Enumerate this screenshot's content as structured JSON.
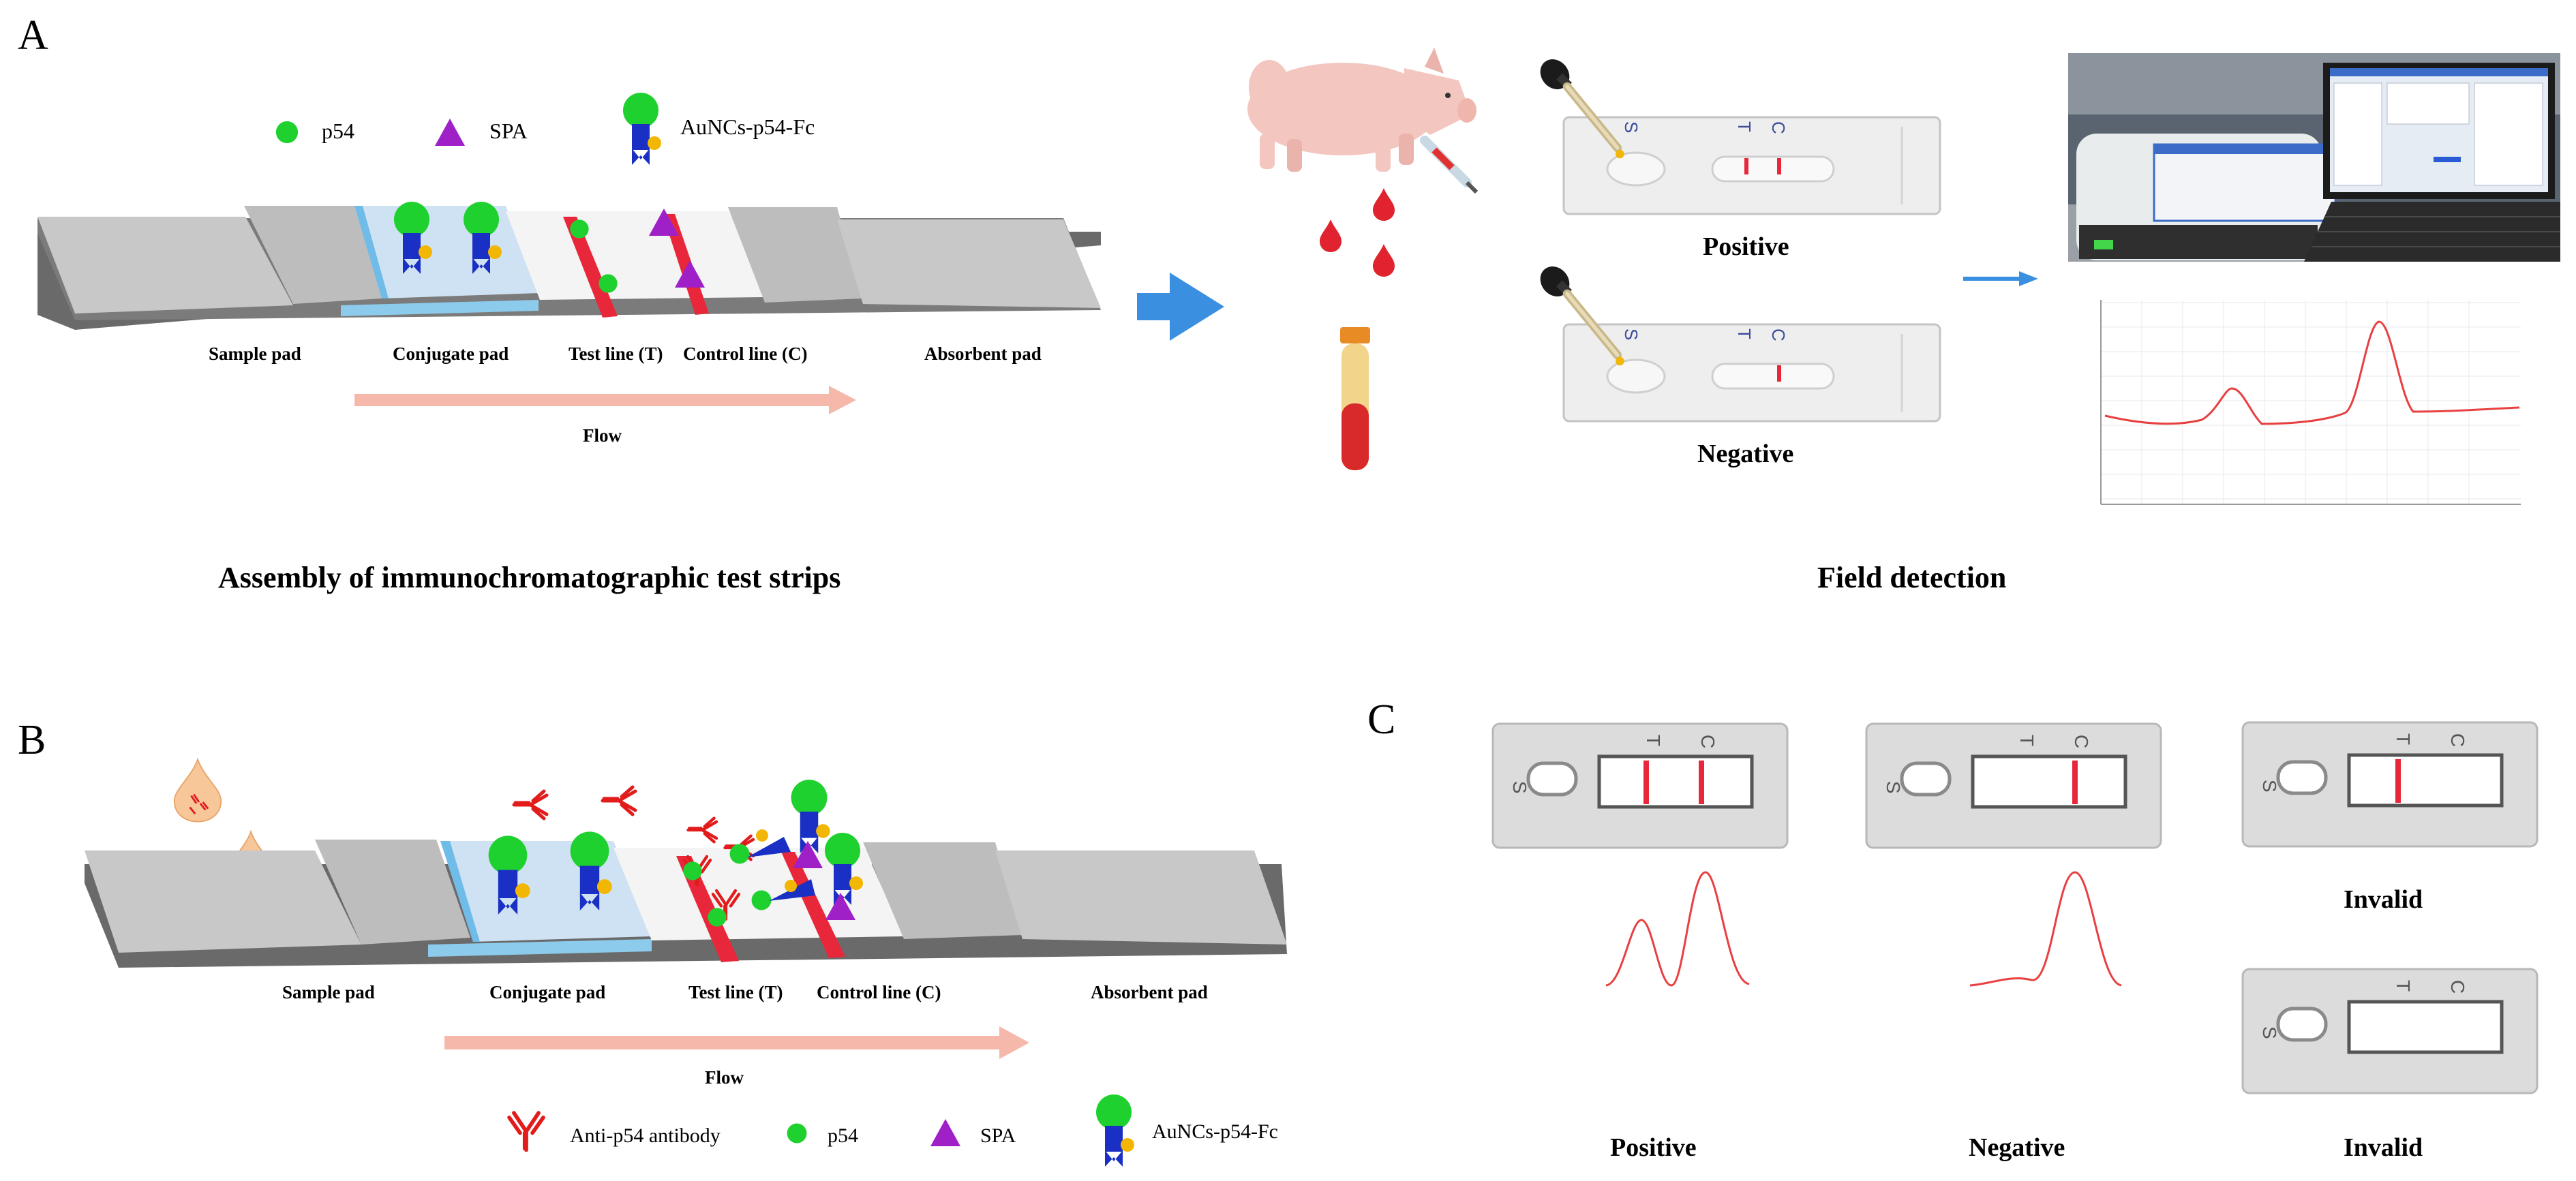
{
  "panels": {
    "a_letter": "A",
    "b_letter": "B",
    "c_letter": "C"
  },
  "legend_a": {
    "p54": "p54",
    "spa": "SPA",
    "probe": "AuNCs-p54-Fc"
  },
  "legend_b": {
    "antibody": "Anti-p54 antibody",
    "p54": "p54",
    "spa": "SPA",
    "probe": "AuNCs-p54-Fc"
  },
  "strip_a": {
    "sample_pad": "Sample pad",
    "conjugate_pad": "Conjugate pad",
    "test_line": "Test line (T)",
    "control_line": "Control line (C)",
    "absorbent_pad": "Absorbent pad",
    "flow": "Flow"
  },
  "strip_b": {
    "sample_pad": "Sample pad",
    "conjugate_pad": "Conjugate pad",
    "test_line": "Test line (T)",
    "control_line": "Control line (C)",
    "absorbent_pad": "Absorbent pad",
    "flow": "Flow"
  },
  "headings": {
    "assembly": "Assembly of immunochromatographic test strips",
    "field": "Field detection"
  },
  "field_results": {
    "positive": "Positive",
    "negative": "Negative"
  },
  "cassette_letters": {
    "s": "S",
    "t": "T",
    "c": "C"
  },
  "panel_c": {
    "positive": "Positive",
    "negative": "Negative",
    "invalid_1": "Invalid",
    "invalid_2": "Invalid"
  },
  "colors": {
    "strip_gray": "#c8c8c8",
    "strip_dark": "#6a6a6a",
    "conjugate_blue": "#cfe2f3",
    "line_red": "#e8283a",
    "p54_green": "#1fd12f",
    "spa_purple": "#a020c8",
    "probe_blue": "#1a2fc4",
    "gold": "#f2b705",
    "flow_arrow": "#f6b8aa",
    "arrow_blue": "#3a8fe0",
    "curve_red": "#e84040"
  }
}
